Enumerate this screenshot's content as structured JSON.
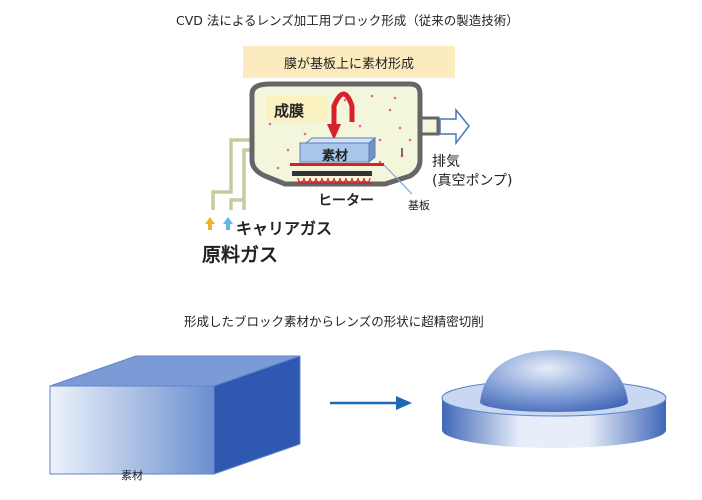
{
  "top_title": "CVD 法によるレンズ加工用ブロック形成（従来の製造技術）",
  "banner": "膜が基板上に素材形成",
  "chamber": {
    "film_label": "成膜",
    "material_label": "素材",
    "heater_label": "ヒーター",
    "substrate_label": "基板",
    "exhaust_label": "排気",
    "pump_label": "(真空ポンプ)"
  },
  "gas": {
    "carrier_label": "キャリアガス",
    "raw_label": "原料ガス",
    "carrier_arrow_color": "#5bb8e8",
    "raw_arrow_color": "#f2b230"
  },
  "bottom_title": "形成したブロック素材からレンズの形状に超精密切削",
  "block_label": "素材",
  "colors": {
    "banner_bg": "#fdebc0",
    "chamber_fill": "#f4f6dc",
    "film_arrow": "#d6202a",
    "block_blue": "#5f85cc",
    "process_arrow": "#1f66b5"
  }
}
